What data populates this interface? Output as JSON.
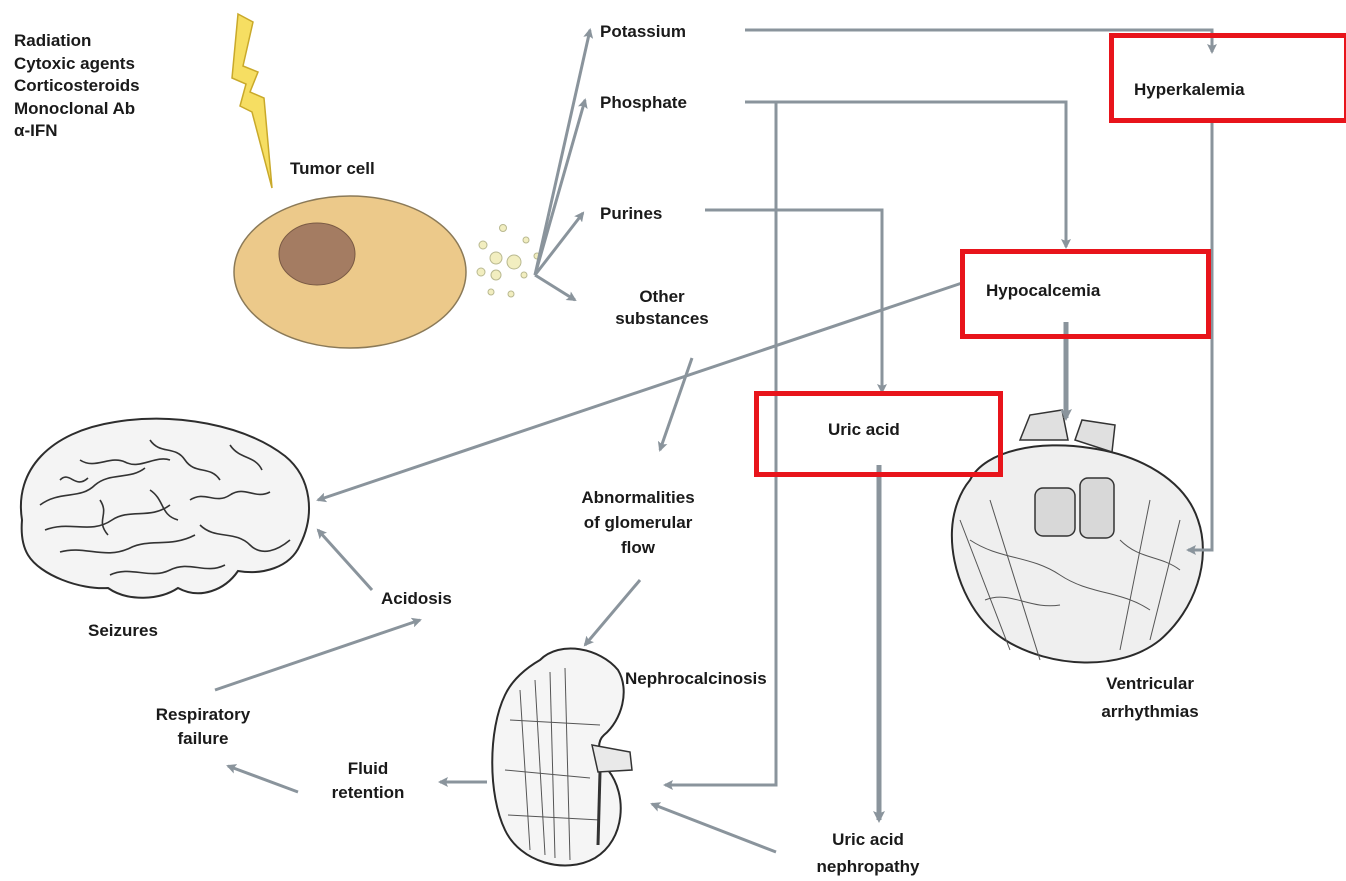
{
  "causes": [
    "Radiation",
    "Cytoxic agents",
    "Corticosteroids",
    "Monoclonal Ab",
    "α-IFN"
  ],
  "labels": {
    "tumor_cell": "Tumor cell",
    "potassium": "Potassium",
    "phosphate": "Phosphate",
    "purines": "Purines",
    "other_substances": [
      "Other",
      "substances"
    ],
    "hyperkalemia": "Hyperkalemia",
    "hypocalcemia": "Hypocalcemia",
    "uric_acid": "Uric acid",
    "abnormalities": [
      "Abnormalities",
      "of glomerular",
      "flow"
    ],
    "seizures": "Seizures",
    "acidosis": "Acidosis",
    "nephrocalcinosis": "Nephrocalcinosis",
    "respiratory_failure": [
      "Respiratory",
      "failure"
    ],
    "fluid_retention": [
      "Fluid",
      "retention"
    ],
    "uric_acid_nephropathy": [
      "Uric acid",
      "nephropathy"
    ],
    "ventricular_arrhythmias": [
      "Ventricular",
      "arrhythmias"
    ]
  },
  "icons": {
    "lightning": "lightning-bolt-icon",
    "cell": "tumor-cell-icon",
    "brain": "brain-icon",
    "kidney": "kidney-icon",
    "heart": "heart-icon"
  },
  "colors": {
    "arrow": "#8a949c",
    "highlight": "#e8141b",
    "cell_fill": "#ecc98a",
    "nucleus_fill": "#a47c62",
    "lightning_fill": "#f6de62"
  }
}
